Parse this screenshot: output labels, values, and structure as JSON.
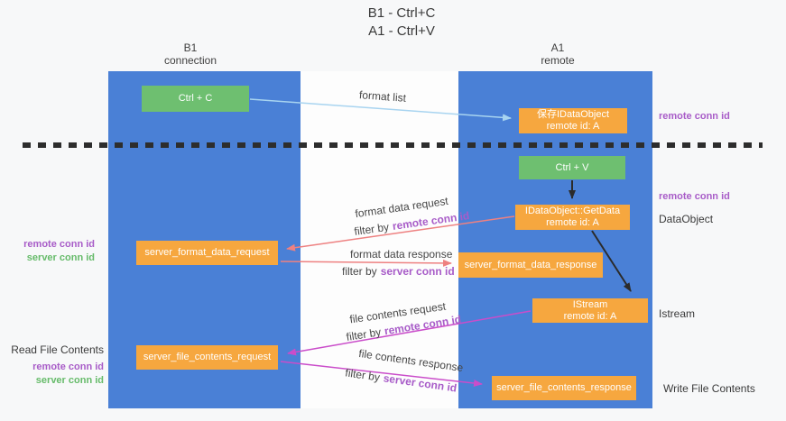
{
  "title": {
    "line1": "B1 - Ctrl+C",
    "line2": "A1 - Ctrl+V"
  },
  "columns": {
    "left": {
      "title": "B1",
      "subtitle": "connection"
    },
    "right": {
      "title": "A1",
      "subtitle": "remote"
    }
  },
  "nodes": {
    "ctrl_c": "Ctrl + C",
    "ctrl_v": "Ctrl + V",
    "save_dataobject": {
      "line1": "保存IDataObject",
      "line2": "remote id: A"
    },
    "getdata": {
      "line1": "IDataObject::GetData",
      "line2": "remote id: A"
    },
    "istream": {
      "line1": "IStream",
      "line2": "remote id: A"
    },
    "server_format_data_request": "server_format_data_request",
    "server_format_data_response": "server_format_data_response",
    "server_file_contents_request": "server_file_contents_request",
    "server_file_contents_response": "server_file_contents_response"
  },
  "labels": {
    "format_list": "format list",
    "filter_by": "filter by",
    "remote_conn_id": "remote conn id",
    "server_conn_id": "server conn id",
    "format_data_request": "format data request",
    "format_data_response": "format data response",
    "file_contents_request": "file contents request",
    "file_contents_response": "file contents response",
    "read_file_contents": "Read File Contents",
    "write_file_contents": "Write File Contents",
    "dataobject": "DataObject",
    "istream": "Istream"
  },
  "colors": {
    "column_blue": "#4a80d6",
    "node_orange": "#f6a73f",
    "node_green": "#6ebf70",
    "label_purple": "#a85cc8",
    "label_green": "#66bb6a",
    "arrow_blue": "#a8d4f0",
    "arrow_red": "#ee8181",
    "arrow_magenta": "#ca4dca",
    "arrow_black": "#2b2b2b"
  }
}
